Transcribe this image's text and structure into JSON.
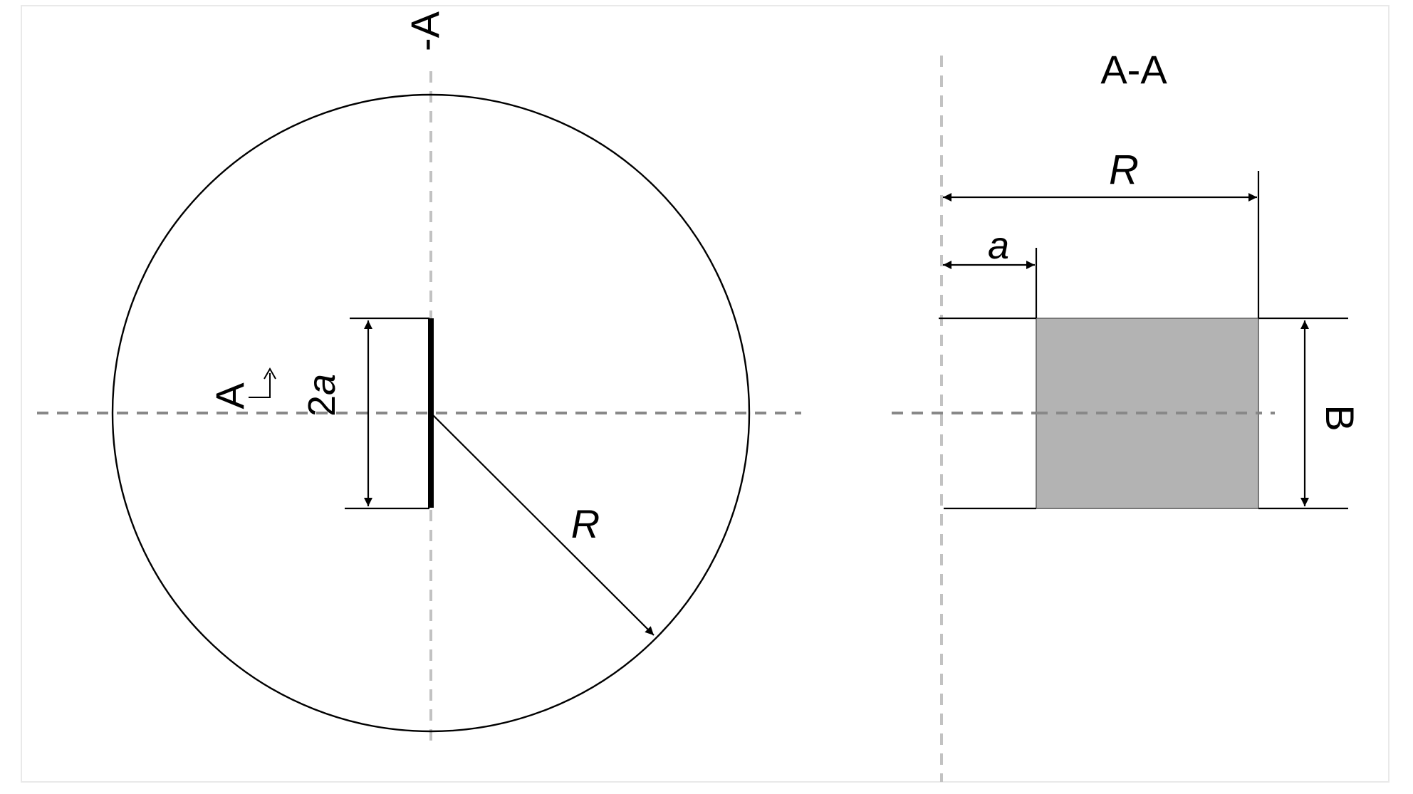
{
  "left_view": {
    "section_marker_top": "-A",
    "section_marker_left": "A",
    "crack_length_label": "2a",
    "radius_label": "R"
  },
  "right_view": {
    "title": "A-A",
    "radius_label": "R",
    "crack_half_label": "a",
    "thickness_label": "B"
  },
  "colors": {
    "axis_dash": "#888888",
    "axis_dash_light": "#c2c2c2",
    "section_fill": "#b3b3b3",
    "line": "#000000"
  }
}
